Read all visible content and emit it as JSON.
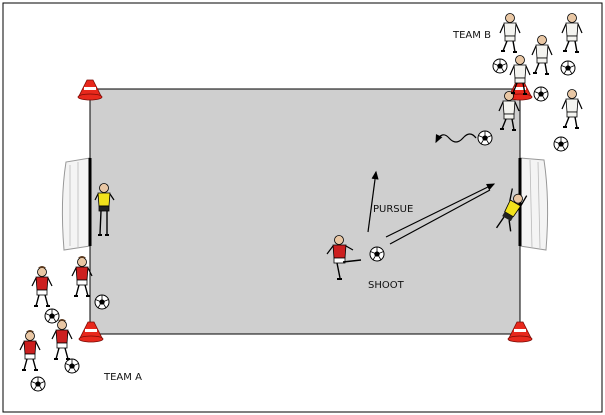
{
  "labels": {
    "team_a": "TEAM A",
    "team_b": "TEAM B",
    "pursue": "PURSUE",
    "shoot": "SHOOT"
  },
  "colors": {
    "pitch": "#cfcfcf",
    "frame": "#000000",
    "cone": "#e8281c",
    "team_red_kit": "#cc1f1f",
    "team_white_kit": "#f4f4f0",
    "goalkeeper_kit": "#f2e21c",
    "defender_kit": "#f2e21c"
  },
  "icons": {
    "cone": "training-cone-icon",
    "ball": "soccer-ball-icon",
    "goal": "goal-net-icon",
    "player": "player-figure-icon"
  }
}
